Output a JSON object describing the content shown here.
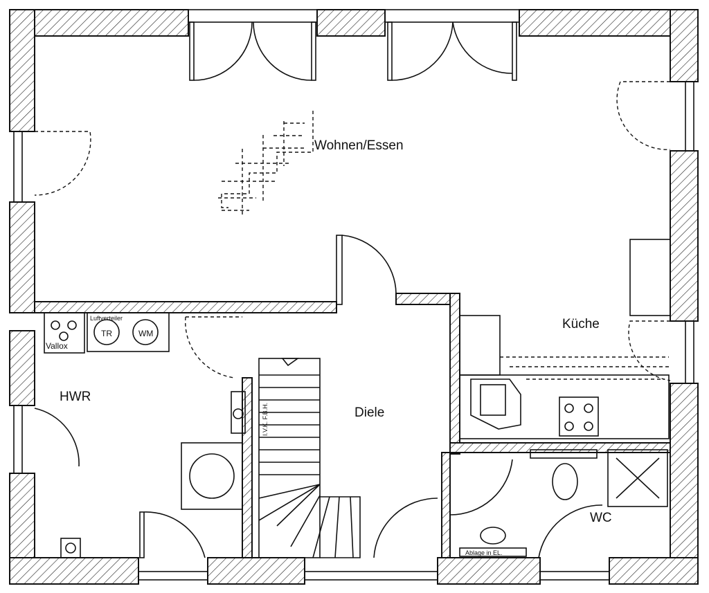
{
  "rooms": {
    "living": "Wohnen/Essen",
    "kitchen": "Küche",
    "utility": "HWR",
    "hall": "Diele",
    "wc": "WC"
  },
  "fixtures": {
    "vallox": "Vallox",
    "air_distributor": "Luftverteiler",
    "dryer": "TR",
    "washer": "WM",
    "wall_chase": "I.V.K. F.B.H.",
    "shelf": "Ablage in EL."
  }
}
